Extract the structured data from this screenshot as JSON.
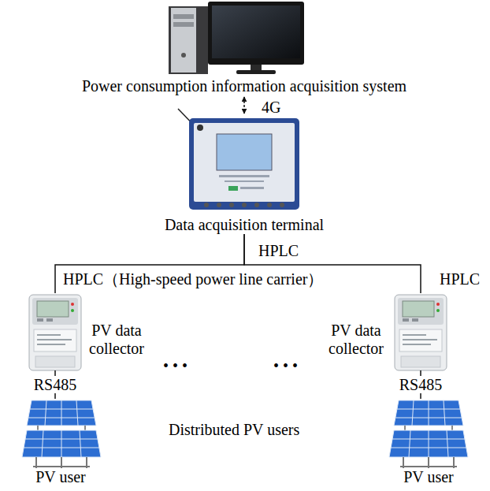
{
  "diagram": {
    "nodes": [
      {
        "text": [
          "Power consumption information acquisition system"
        ]
      },
      {
        "text": [
          "Data acquisition terminal"
        ]
      },
      {
        "text": [
          "PV data collector"
        ]
      },
      {
        "text": [
          "PV data collector"
        ]
      },
      {
        "text": [
          "PV user"
        ]
      },
      {
        "text": [
          "PV user"
        ]
      }
    ],
    "edges": [
      {
        "from": 0,
        "to": 1,
        "arrow": "both",
        "label": "4G"
      },
      {
        "from": 1,
        "to": 2,
        "arrow": "none",
        "label": "HPLC（High-speed power line carrier）"
      },
      {
        "from": 1,
        "to": 3,
        "arrow": "none",
        "label": "HPLC"
      },
      {
        "from": 2,
        "to": 4,
        "arrow": "none",
        "label": "RS485"
      },
      {
        "from": 3,
        "to": 5,
        "arrow": "none",
        "label": "RS485"
      }
    ],
    "labels": [
      "HPLC",
      "• • •",
      "• • •",
      "Distributed PV users"
    ]
  }
}
